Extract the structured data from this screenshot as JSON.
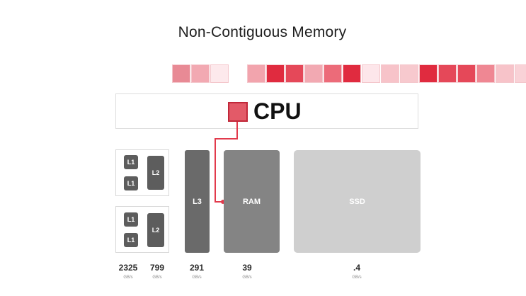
{
  "title": "Non-Contiguous Memory",
  "memory_strip": {
    "left_group": [
      "#e88a95",
      "#f2a9b2",
      "#fde9ec"
    ],
    "right_group": [
      "#f2a4ad",
      "#e02b3f",
      "#e54859",
      "#f2a9b2",
      "#ec6b79",
      "#e02b3f",
      "#fde6ea",
      "#f7c3c9",
      "#f7c9ce",
      "#e02b3f",
      "#e54859",
      "#e54859",
      "#ef8793",
      "#f7c3c9",
      "#f9d2d7"
    ]
  },
  "cpu": {
    "label": "CPU",
    "color": "#e35a68"
  },
  "cores": [
    {
      "l1_top": "L1",
      "l1_bottom": "L1",
      "l2": "L2"
    },
    {
      "l1_top": "L1",
      "l1_bottom": "L1",
      "l2": "L2"
    }
  ],
  "memory": {
    "l3": "L3",
    "ram": "RAM",
    "ssd": "SSD"
  },
  "speeds": [
    {
      "value": "2325",
      "unit": "GB/s"
    },
    {
      "value": "799",
      "unit": "GB/s"
    },
    {
      "value": "291",
      "unit": "GB/s"
    },
    {
      "value": "39",
      "unit": "GB/s"
    },
    {
      "value": ".4",
      "unit": "GB/s"
    }
  ],
  "link_color": "#e23a4c"
}
